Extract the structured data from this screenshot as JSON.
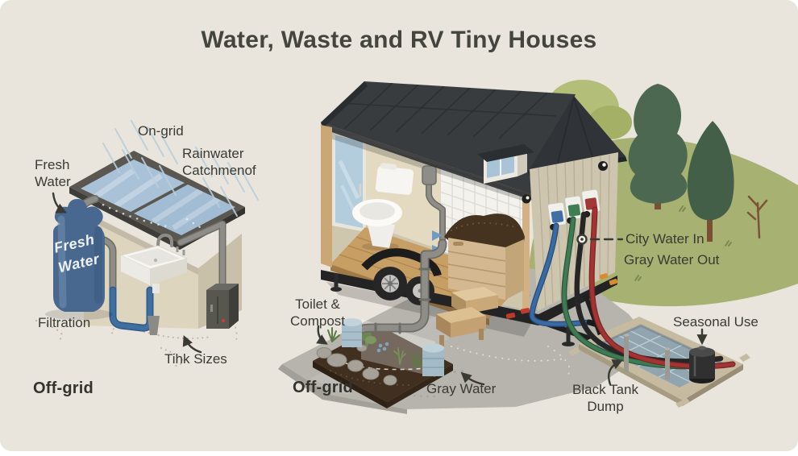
{
  "title": "Water, Waste and RV Tiny Houses",
  "left_system": {
    "on_grid": "On-grid",
    "rainwater_catchment": "Rainwater\nCatchmenof",
    "fresh_water": "Fresh\nWater",
    "tank_label": "Fresh\nWater",
    "filtration": "Filtration",
    "tank_sizes": "Tihk Sizes",
    "off_grid": "Off-grid"
  },
  "house": {
    "toilet_compost": "Toilet &\nCompost",
    "off_grid": "Off-grid",
    "gray_water": "Gray Water"
  },
  "hookups": {
    "city_water_in": "City Water In",
    "gray_water_out": "Gray Water Out"
  },
  "dump_station": {
    "seasonal_use": "Seasonal Use",
    "black_tank_dump": "Black Tank\nDump"
  },
  "colors": {
    "background": "#e9e5dc",
    "title_text": "#45453f",
    "label_text": "#3a3a35",
    "roof": "#35383c",
    "glass": "#a9c2d8",
    "tank_blue": "#48688f",
    "hose_blue": "#3a6aa4",
    "hose_green": "#3e7a52",
    "hose_black": "#262626",
    "hose_red": "#a23434",
    "hill_green": "#a6b172",
    "concrete": "#b7b4ad"
  }
}
